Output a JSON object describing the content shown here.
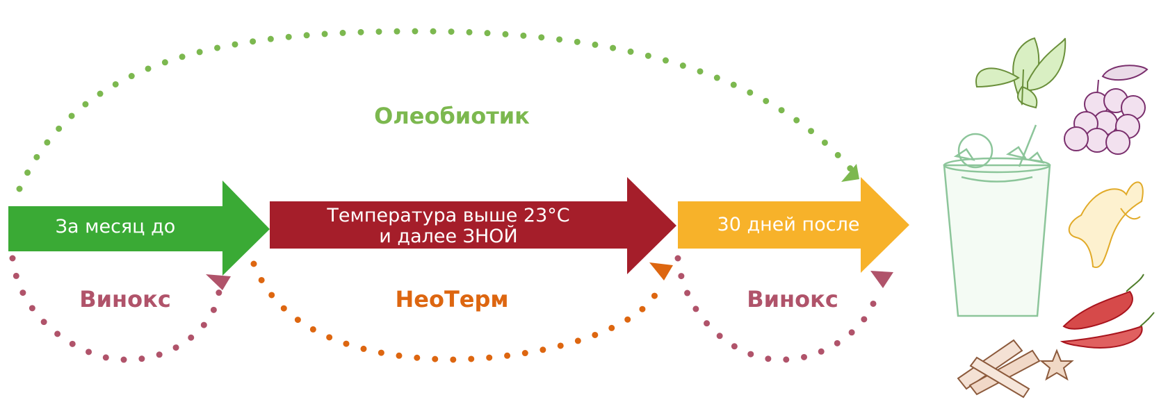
{
  "colors": {
    "green": "#3aaa35",
    "red": "#a51e2a",
    "yellow": "#f7b22a",
    "light_green": "#7cb84f",
    "mauve": "#b0536a",
    "orange": "#dd6610"
  },
  "arrows": [
    {
      "text": "За месяц до",
      "color": "#3aaa35"
    },
    {
      "text_line1": "Температура выше 23°С",
      "text_line2": "и далее ЗНОЙ",
      "color": "#a51e2a"
    },
    {
      "text": "30 дней после",
      "color": "#f7b22a"
    }
  ],
  "cycles": {
    "top": "Олеобиотик",
    "left": "Винокс",
    "middle": "НеоТерм",
    "right": "Винокс"
  },
  "illustrations": [
    "mint-leaves",
    "smoothie-glass",
    "grapes",
    "ginger",
    "chili-peppers",
    "cinnamon-star-anise"
  ]
}
